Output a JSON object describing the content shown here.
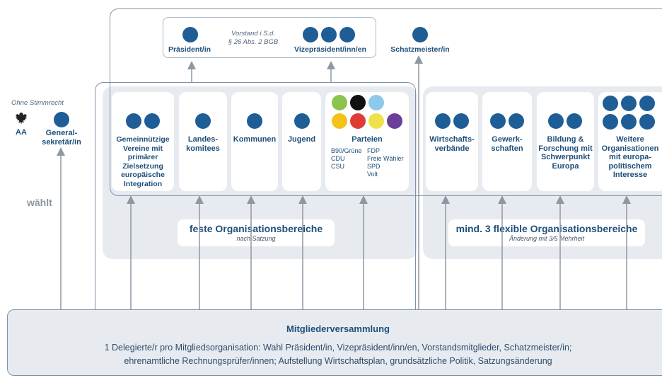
{
  "colors": {
    "dark_blue": "#1f5d96",
    "panel": "#e7ebf0",
    "line": "#7e93a8",
    "arrow": "#8e98a3",
    "parties": [
      "#8cc34a",
      "#111111",
      "#8ec9ea",
      "#f3c31c",
      "#e03c36",
      "#efe14a",
      "#6a3e99"
    ]
  },
  "board": {
    "praesident": "Präsident/in",
    "vorstand_note_line1": "Vorstand i.S.d.",
    "vorstand_note_line2": "§ 26 Abs. 2 BGB",
    "vizepraesident": "Vizepräsident/inn/en",
    "schatzmeister": "Schatzmeister/in"
  },
  "left": {
    "ohne_stimmrecht": "Ohne Stimmrecht",
    "aa": "AA",
    "generalsekretaer": "General-\nsekretär/in",
    "waehlt": "wählt"
  },
  "fixed_cards": [
    {
      "label": "Gemeinnützige\nVereine mit\nprimärer\nZielsetzung\neuropäische\nIntegration"
    },
    {
      "label": "Landes-\nkomitees"
    },
    {
      "label": "Kommunen"
    },
    {
      "label": "Jugend"
    }
  ],
  "parties_card": {
    "title": "Parteien",
    "left_list": "B90/Grüne\nCDU\nCSU",
    "right_list": "FDP\nFreie Wähler\nSPD\nVolt"
  },
  "flex_cards": [
    {
      "label": "Wirtschafts-\nverbände"
    },
    {
      "label": "Gewerk-\nschaften"
    },
    {
      "label": "Bildung &\nForschung mit\nSchwerpunkt\nEuropa"
    },
    {
      "label": "Weitere\nOrganisationen\nmit europa-\npolitischem\nInteresse"
    }
  ],
  "bereiche": {
    "feste_title": "feste Organisationsbereiche",
    "feste_sub": "nach Satzung",
    "flexible_title": "mind. 3 flexible Organisationsbereiche",
    "flexible_sub": "Änderung mit 3/5 Mehrheit"
  },
  "mitgliederversammlung": {
    "title": "Mitgliederversammlung",
    "line1": "1 Delegierte/r pro Mitgliedsorganisation: Wahl Präsident/in, Vizepräsident/inn/en, Vorstandsmitglieder, Schatzmeister/in;",
    "line2": "ehrenamtliche Rechnungsprüfer/innen; Aufstellung Wirtschaftsplan, grundsätzliche Politik, Satzungsänderung"
  }
}
